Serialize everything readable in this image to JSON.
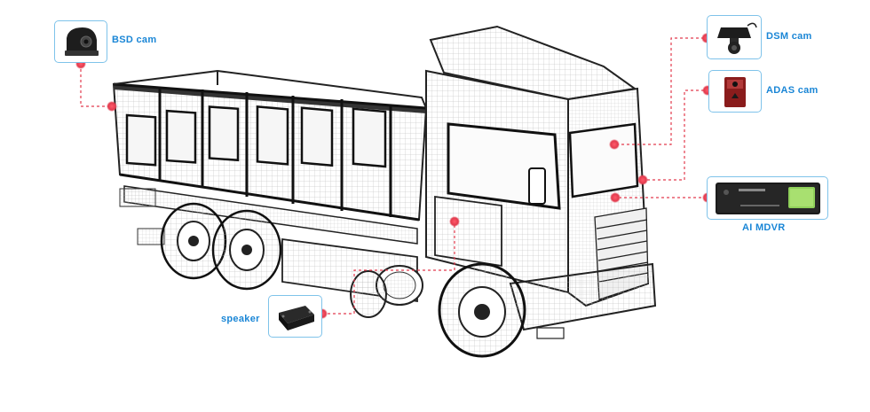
{
  "diagram": {
    "labels": {
      "bsd_cam": "BSD cam",
      "dsm_cam": "DSM cam",
      "adas_cam": "ADAS cam",
      "ai_mdvr": "AI MDVR",
      "speaker": "speaker"
    },
    "colors": {
      "label_blue": "#1a86d6",
      "box_border": "#7fc3ea",
      "connector_red": "#e23b4e",
      "truck_line": "#222222",
      "truck_mesh": "#9a9a9a"
    },
    "icons": {
      "bsd_cam": "side-camera-icon",
      "dsm_cam": "dome-camera-icon",
      "adas_cam": "windshield-camera-icon",
      "ai_mdvr": "mdvr-recorder-icon",
      "speaker": "speaker-box-icon"
    }
  }
}
